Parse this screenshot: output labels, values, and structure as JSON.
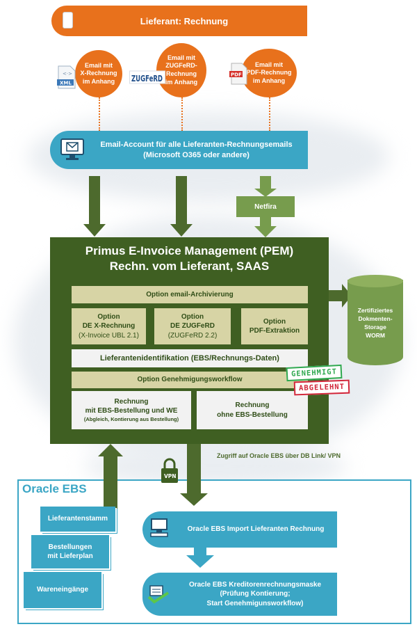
{
  "top_banner": "Lieferant: Rechnung",
  "channels": [
    {
      "label_lines": [
        "Email mit",
        "X-Rechnung",
        "im Anhang"
      ],
      "icon": "xml-file-icon",
      "icon_text": "XML"
    },
    {
      "label_lines": [
        "Email mit",
        "ZUGFeRD-",
        "Rechnung",
        "im Anhang"
      ],
      "icon": "zugferd-logo",
      "icon_text": "ZUGFeRD"
    },
    {
      "label_lines": [
        "Email mit",
        "PDF-Rechnung",
        "im Anhang"
      ],
      "icon": "pdf-file-icon",
      "icon_text": "PDF"
    }
  ],
  "email_account": {
    "line1": "Email-Account für alle Lieferanten-Rechnungsemails",
    "line2": "(Microsoft O365 oder andere)"
  },
  "netfira": "Netfira",
  "pem": {
    "title_line1": "Primus E-Invoice Management  (PEM)",
    "title_line2": "Rechn. vom Lieferant, SAAS",
    "archiving": "Option email-Archivierung",
    "option_x": {
      "line1": "Option",
      "line2": "DE X-Rechnung",
      "line3": "(X-Invoice UBL 2.1)"
    },
    "option_zugferd": {
      "line1": "Option",
      "line2": "DE ZUGFeRD",
      "line3": "(ZUGFeRD 2.2)"
    },
    "option_pdf": {
      "line1": "Option",
      "line2": "PDF-Extraktion"
    },
    "supplier_id": "Lieferantenidentifikation (EBS/Rechnungs-Daten)",
    "approval_workflow": "Option Genehmigungsworkflow",
    "with_po": {
      "line1": "Rechnung",
      "line2": "mit EBS-Bestellung und WE",
      "line3": "(Abgleich, Kontierung aus Bestellung)"
    },
    "without_po": {
      "line1": "Rechnung",
      "line2": "ohne EBS-Bestellung"
    }
  },
  "stamps": {
    "approved": "GENEHMIGT",
    "rejected": "ABGELEHNT",
    "approved_color": "#2fa84f",
    "rejected_color": "#d2263a"
  },
  "storage": {
    "line1": "Zertifiziertes",
    "line2": "Dokmenten-",
    "line3": "Storage",
    "line4": "WORM"
  },
  "access_note": "Zugriff auf Oracle EBS über DB Link/ VPN",
  "vpn_label": "VPN",
  "oracle": {
    "title": "Oracle EBS",
    "master_data": "Lieferantenstamm",
    "orders_line1": "Bestellungen",
    "orders_line2": "mit Lieferplan",
    "receipts": "Wareneingänge",
    "import": "Oracle EBS Import Lieferanten Rechnung",
    "payables_line1": "Oracle EBS Kreditorenrechnungsmaske",
    "payables_line2": "(Prüfung Kontierung;",
    "payables_line3": "Start Genehmigunsworkflow)"
  },
  "colors": {
    "orange": "#e8711c",
    "blue": "#3ba6c5",
    "dark_green": "#3f5f22",
    "mid_green": "#779c4d",
    "khaki": "#d7d4a5"
  }
}
